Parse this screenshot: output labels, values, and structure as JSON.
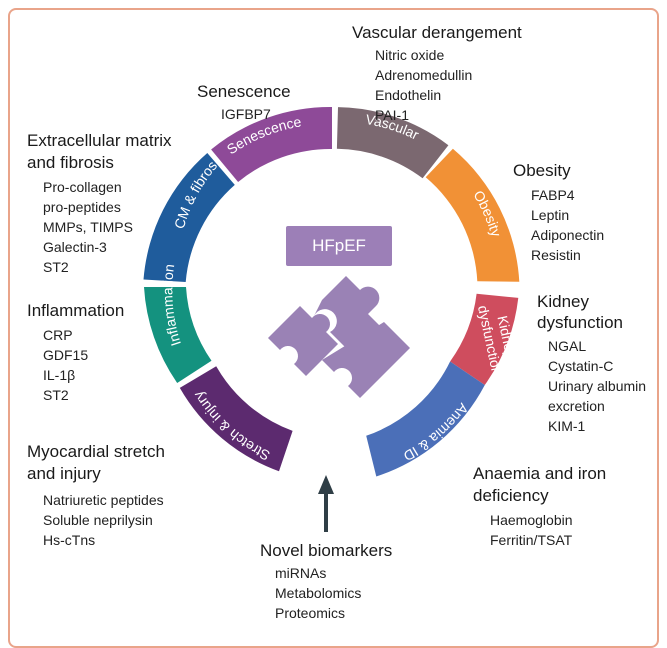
{
  "center": {
    "title": "HFpEF"
  },
  "colors": {
    "senescence": "#8e4a98",
    "vascular": "#7b6870",
    "obesity": "#f19136",
    "kidney": "#cf4d5e",
    "anaemia": "#4b6fb8",
    "stretch": "#5c2a6f",
    "inflammation": "#14927f",
    "ecm": "#1f5c9c",
    "puzzle": "#9a82b5",
    "frame": "#e9a48a"
  },
  "ring_segments": {
    "senescence": "Senescence",
    "vascular": "Vascular",
    "obesity": "Obesity",
    "kidney": [
      "Kidney",
      "dysfunction"
    ],
    "anaemia": "Anemia & ID",
    "stretch": "Stretch & injury",
    "inflammation": "Inflammation",
    "ecm": "ECM & fibrosis"
  },
  "groups": {
    "senescence": {
      "heading": "Senescence",
      "items": [
        "IGFBP7"
      ]
    },
    "vascular": {
      "heading": "Vascular derangement",
      "items": [
        "Nitric oxide",
        "Adrenomedullin",
        "Endothelin",
        "PAI-1"
      ]
    },
    "ecm": {
      "heading": [
        "Extracellular matrix",
        "and fibrosis"
      ],
      "items": [
        "Pro-collagen",
        "pro-peptides",
        "MMPs, TIMPS",
        "Galectin-3",
        "ST2"
      ]
    },
    "obesity": {
      "heading": "Obesity",
      "items": [
        "FABP4",
        "Leptin",
        "Adiponectin",
        "Resistin"
      ]
    },
    "inflammation": {
      "heading": "Inflammation",
      "items": [
        "CRP",
        "GDF15",
        "IL-1β",
        "ST2"
      ]
    },
    "kidney": {
      "heading": [
        "Kidney",
        "dysfunction"
      ],
      "items": [
        "NGAL",
        "Cystatin-C",
        "Urinary albumin",
        "excretion",
        "KIM-1"
      ]
    },
    "stretch": {
      "heading": [
        "Myocardial stretch",
        "and injury"
      ],
      "items": [
        "Natriuretic peptides",
        "Soluble neprilysin",
        "Hs-cTns"
      ]
    },
    "anaemia": {
      "heading": [
        "Anaemia and iron",
        "deficiency"
      ],
      "items": [
        "Haemoglobin",
        "Ferritin/TSAT"
      ]
    },
    "novel": {
      "heading": "Novel biomarkers",
      "items": [
        "miRNAs",
        "Metabolomics",
        "Proteomics"
      ]
    }
  }
}
